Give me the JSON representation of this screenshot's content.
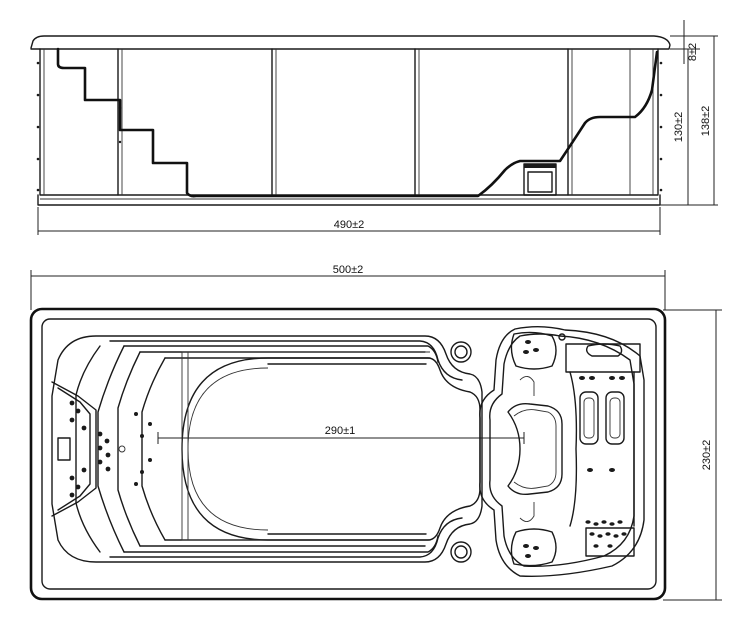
{
  "side_view": {
    "length_dim": "490±2",
    "rim_dim": "8±2",
    "inner_depth_dim": "130±2",
    "total_depth_dim": "138±2"
  },
  "top_view": {
    "length_dim": "500±2",
    "width_dim": "230±2",
    "swim_area_dim": "290±1"
  },
  "colors": {
    "line": "#1a1a1a",
    "background": "#ffffff"
  }
}
